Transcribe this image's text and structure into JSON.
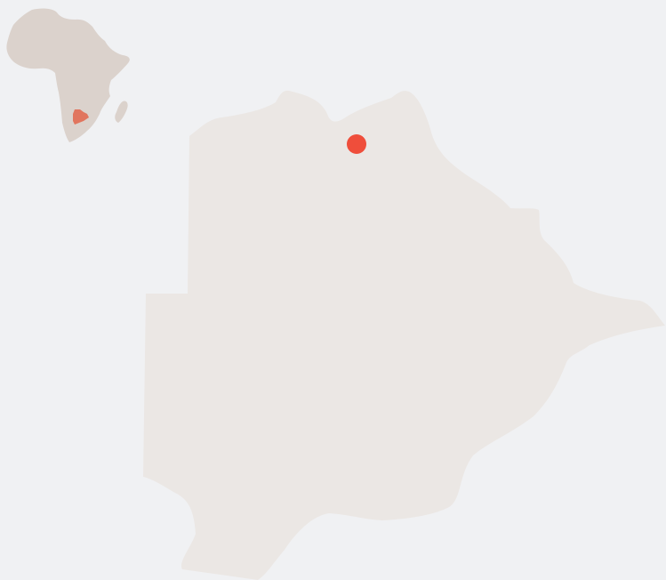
{
  "map": {
    "colors": {
      "background": "#f0f1f3",
      "country_fill": "#ebe7e4",
      "inset_continent_fill": "#dbd2cc",
      "inset_highlight_fill": "#e1755e",
      "marker_fill": "#ef4e3b"
    },
    "inset": {
      "continent": "africa-silhouette",
      "highlighted_country": "botswana-highlight"
    },
    "main_shape": "botswana-outline",
    "marker": {
      "icon": "location-dot-icon"
    }
  }
}
